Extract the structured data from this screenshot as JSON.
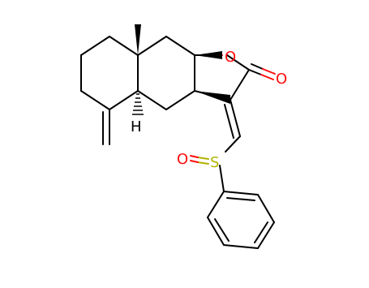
{
  "molecule": {
    "atom_labels": {
      "ring_oxygen": "O",
      "carbonyl_oxygen": "O",
      "sulfoxide_oxygen": "O",
      "sulfur": "S",
      "ring_fusion_hydrogen": "H"
    },
    "colors": {
      "bond": "#000000",
      "oxygen": "#ff0d0d",
      "sulfur": "#b2b200",
      "hydrogen": "#000000",
      "background": "#ffffff"
    }
  }
}
